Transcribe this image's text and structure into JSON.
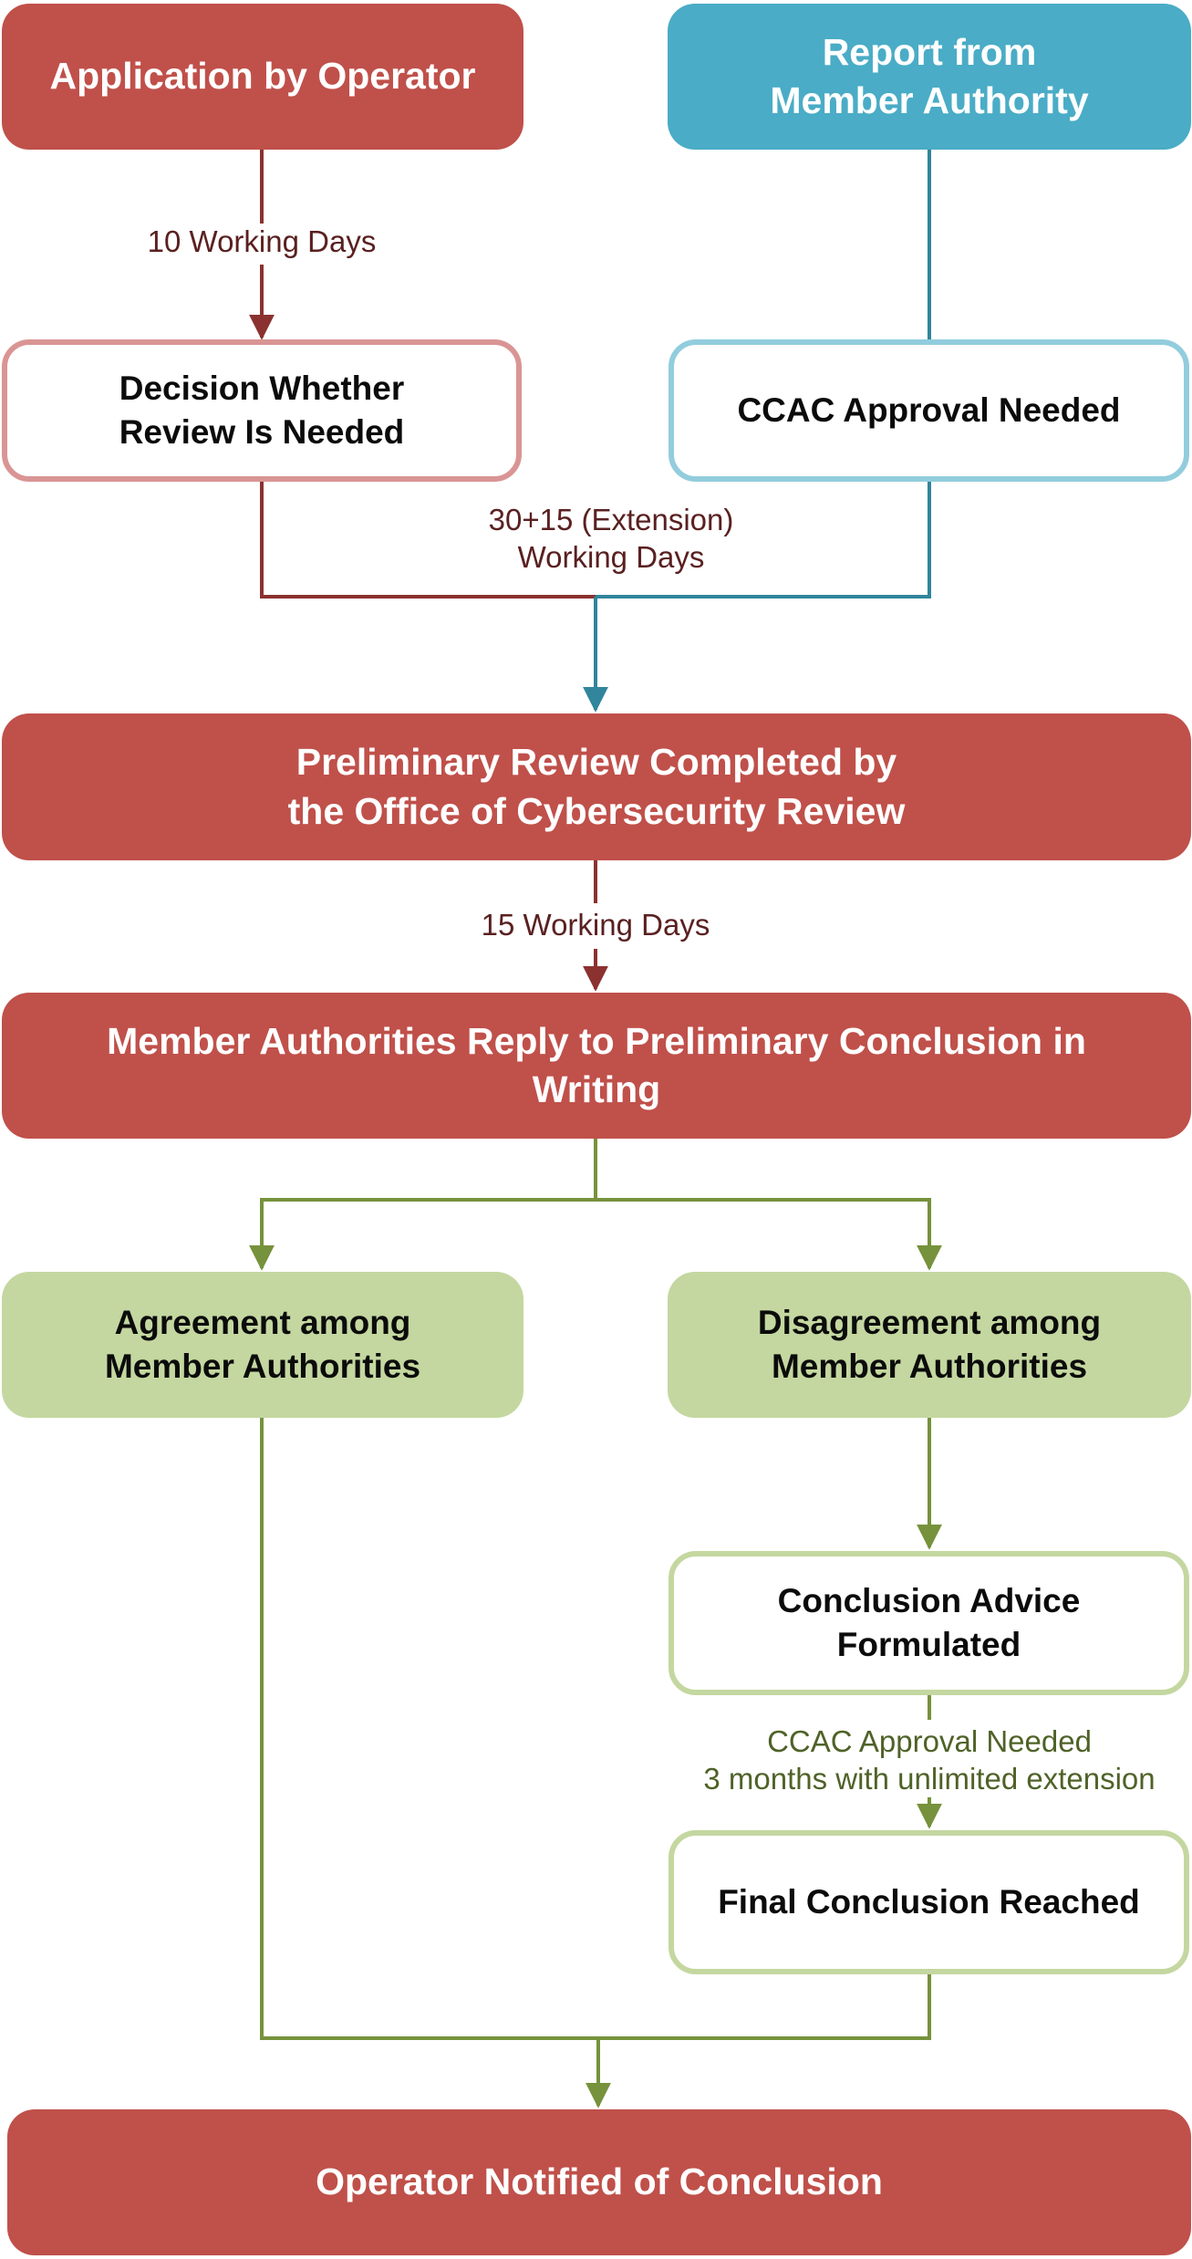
{
  "colors": {
    "red": "#c0504a",
    "red_light": "#d99594",
    "red_line": "#8b3230",
    "red_text": "#5a2020",
    "blue": "#4aacc6",
    "blue_light": "#92cddd",
    "blue_line": "#31859c",
    "green_fill": "#c4d7a0",
    "green_line": "#76923c",
    "green_text": "#4f6228"
  },
  "nodes": {
    "application": {
      "line1": "Application by Operator"
    },
    "report": {
      "line1": "Report from",
      "line2": "Member Authority"
    },
    "decision": {
      "line1": "Decision Whether",
      "line2": "Review Is Needed"
    },
    "ccac_approval": {
      "line1": "CCAC Approval Needed"
    },
    "preliminary_review": {
      "line1": "Preliminary Review Completed by",
      "line2": "the Office of Cybersecurity Review"
    },
    "member_reply": {
      "line1": "Member Authorities Reply to Preliminary Conclusion in",
      "line2": "Writing"
    },
    "agreement": {
      "line1": "Agreement among",
      "line2": "Member Authorities"
    },
    "disagreement": {
      "line1": "Disagreement among",
      "line2": "Member Authorities"
    },
    "conclusion_advice": {
      "line1": "Conclusion Advice",
      "line2": "Formulated"
    },
    "final_conclusion": {
      "line1": "Final Conclusion Reached"
    },
    "operator_notified": {
      "line1": "Operator Notified of Conclusion"
    }
  },
  "edge_labels": {
    "ten_days": {
      "line1": "10 Working Days"
    },
    "thirty_days": {
      "line1": "30+15 (Extension)",
      "line2": "Working Days"
    },
    "fifteen_days": {
      "line1": "15 Working Days"
    },
    "ccac_months": {
      "line1": "CCAC Approval Needed",
      "line2": "3 months with unlimited extension"
    }
  }
}
